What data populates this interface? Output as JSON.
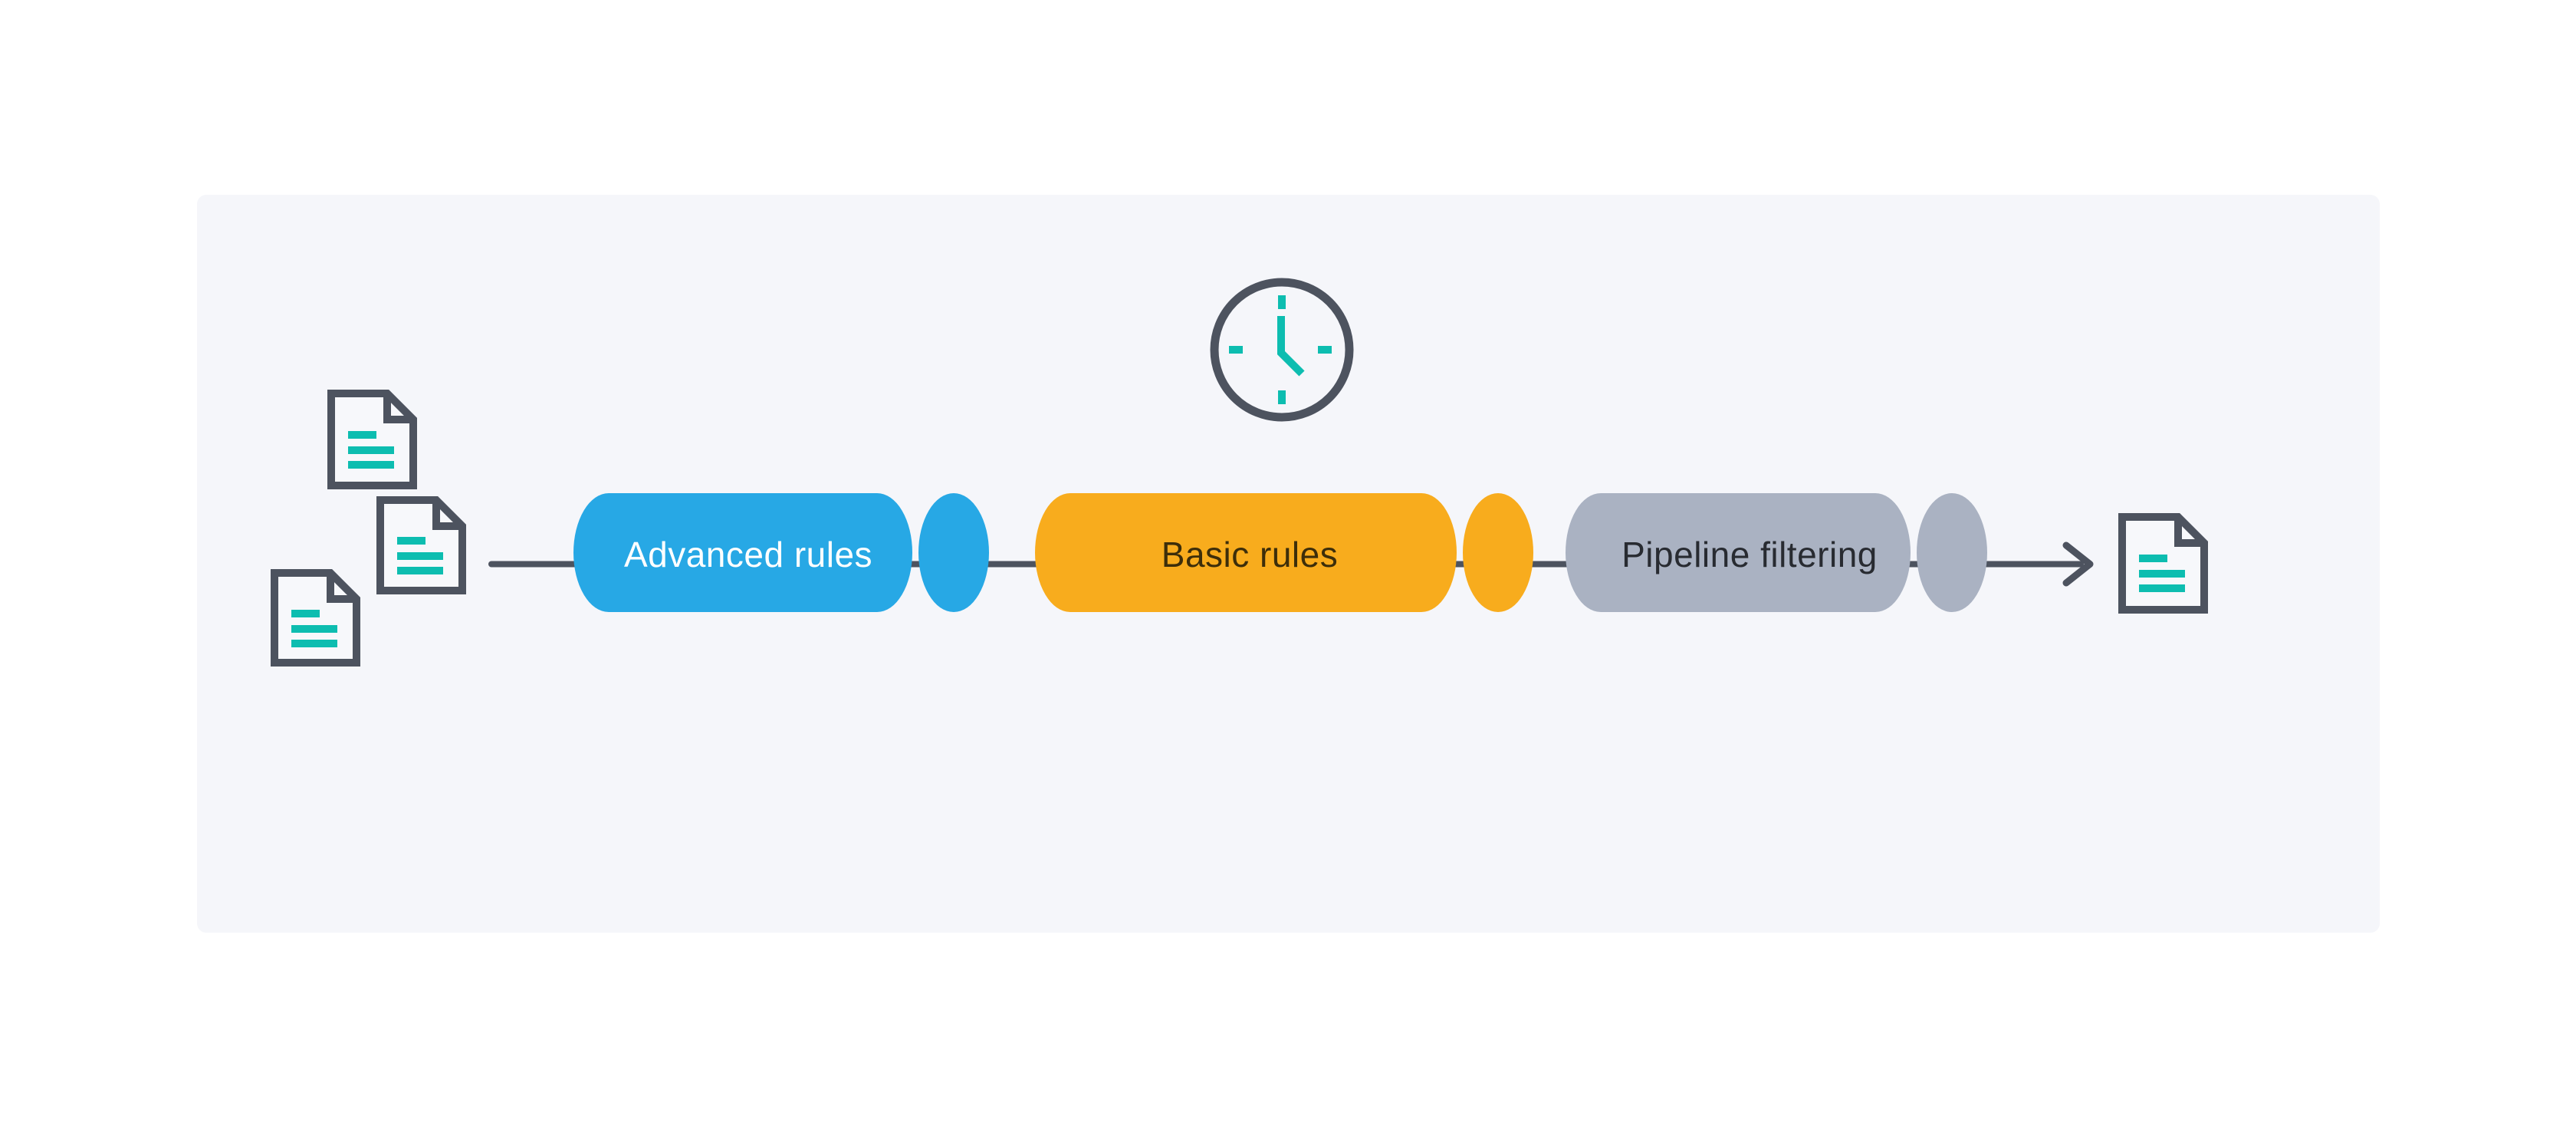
{
  "colors": {
    "page_background": "#FFFFFF",
    "panel_background": "#F5F6FA",
    "outline": "#4D535F",
    "teal": "#0DBDB0",
    "document_fill": "#F7F8FB",
    "arrow": "#4D535F"
  },
  "stages": [
    {
      "label": "Advanced rules",
      "color": "#27A8E5",
      "text_color": "#FFFFFF"
    },
    {
      "label": "Basic rules",
      "color": "#F8AC1D",
      "text_color": "#3D2E0A"
    },
    {
      "label": "Pipeline filtering",
      "color": "#AAB2C2",
      "text_color": "#282B31"
    }
  ]
}
